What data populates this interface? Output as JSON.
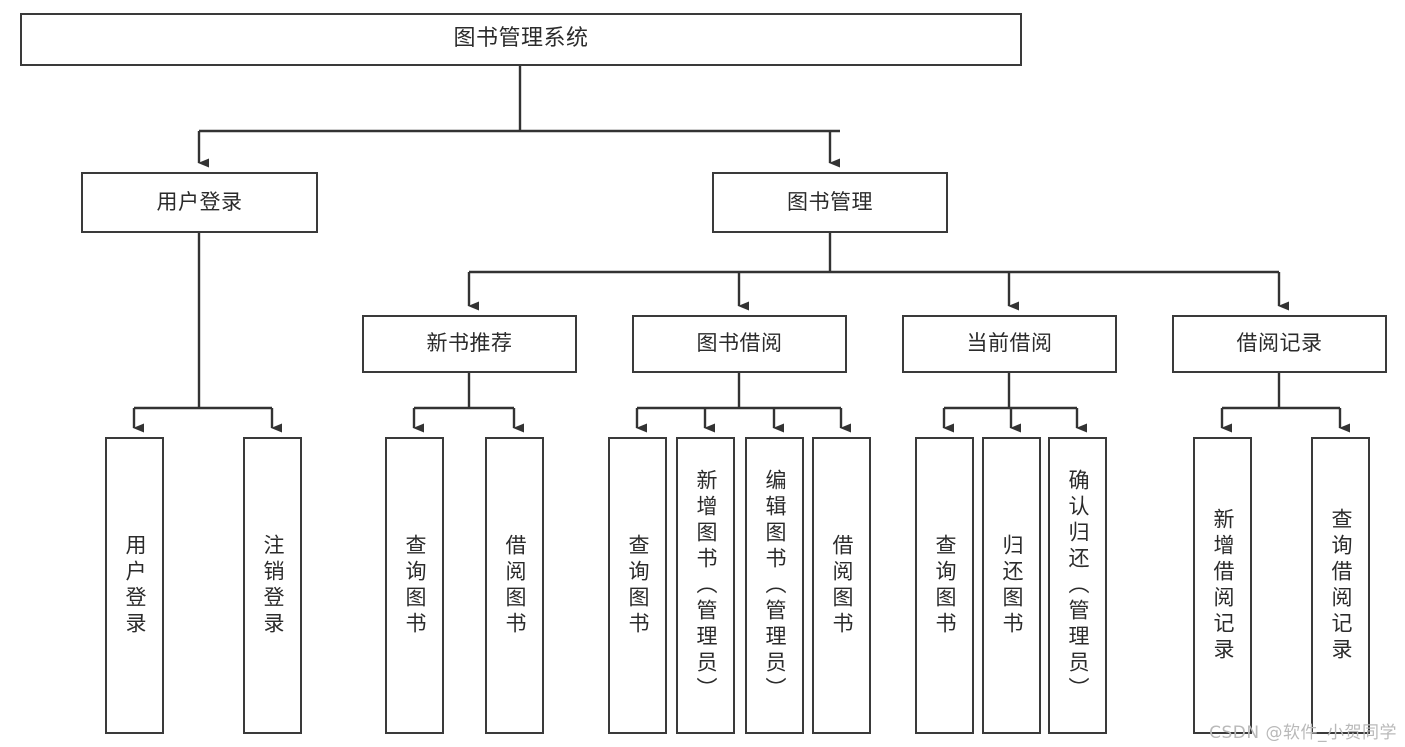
{
  "diagram": {
    "type": "tree",
    "title": "图书管理系统",
    "watermark": "CSDN @软件_小贺同学",
    "colors": {
      "box_border": "#3a3a3a",
      "box_fill": "#ffffff",
      "edge": "#333333",
      "text": "#2b2b2b",
      "watermark": "#b9b9b9",
      "background": "#ffffff"
    },
    "nodes": {
      "root": {
        "label": "图书管理系统"
      },
      "level2": [
        {
          "label": "用户登录"
        },
        {
          "label": "图书管理"
        }
      ],
      "level3": [
        {
          "label": "新书推荐"
        },
        {
          "label": "图书借阅"
        },
        {
          "label": "当前借阅"
        },
        {
          "label": "借阅记录"
        }
      ],
      "leaves": {
        "user_login": [
          {
            "label": "用户登录"
          },
          {
            "label": "注销登录"
          }
        ],
        "new_book_recommend": [
          {
            "label": "查询图书"
          },
          {
            "label": "借阅图书"
          }
        ],
        "book_borrow": [
          {
            "label": "查询图书"
          },
          {
            "label": "新增图书（管理员）"
          },
          {
            "label": "编辑图书（管理员）"
          },
          {
            "label": "借阅图书"
          }
        ],
        "current_borrow": [
          {
            "label": "查询图书"
          },
          {
            "label": "归还图书"
          },
          {
            "label": "确认归还（管理员）"
          }
        ],
        "borrow_record": [
          {
            "label": "新增借阅记录"
          },
          {
            "label": "查询借阅记录"
          }
        ]
      }
    }
  }
}
